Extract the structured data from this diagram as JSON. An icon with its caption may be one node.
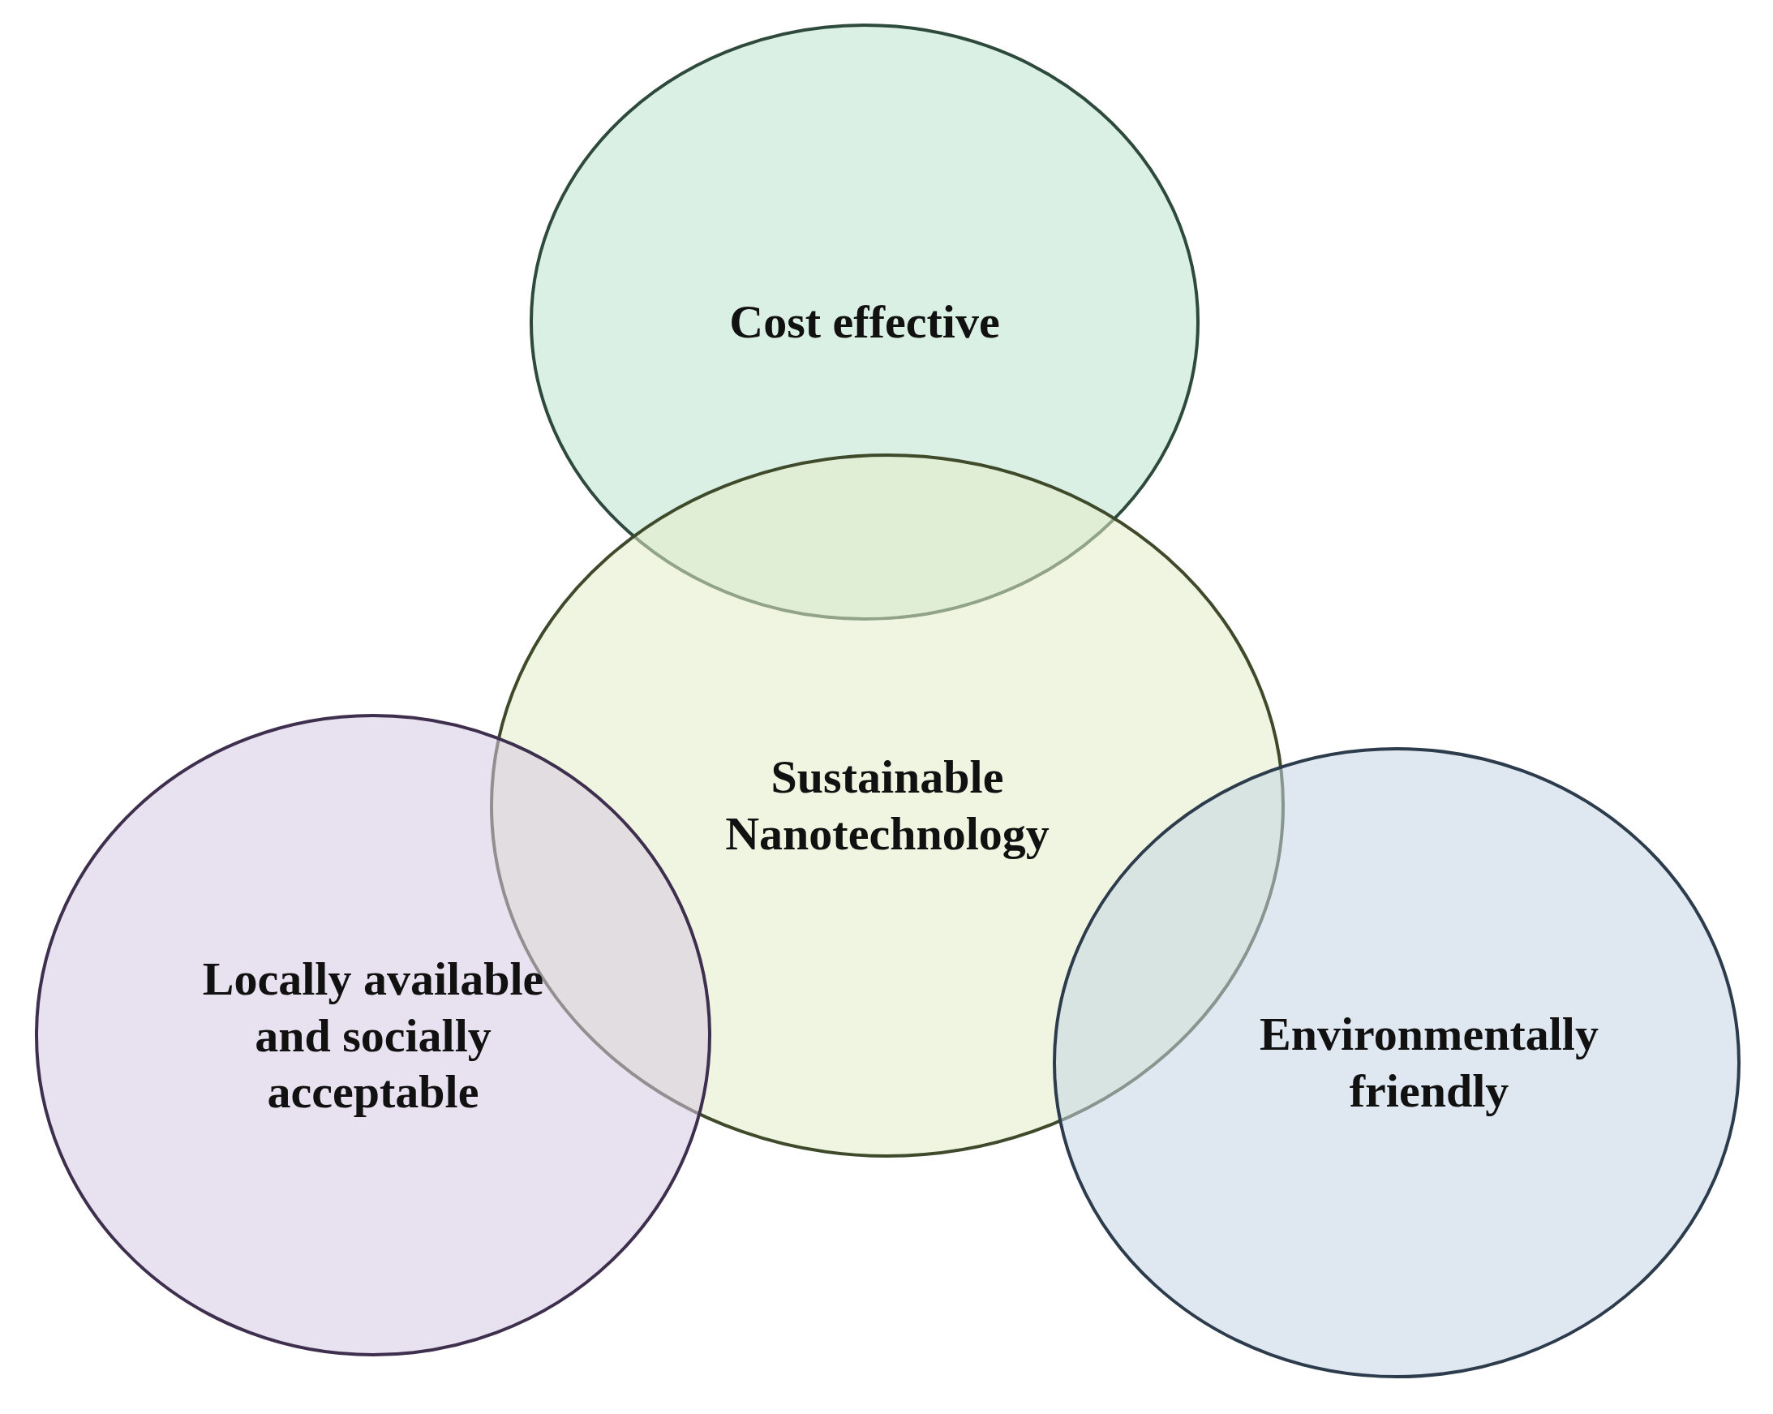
{
  "diagram": {
    "nodes": [
      {
        "text": [
          "Cost effective"
        ]
      },
      {
        "text": [
          "Sustainable Nanotechnology"
        ]
      },
      {
        "text": [
          "Locally available and socially acceptable"
        ]
      },
      {
        "text": [
          "Environmentally friendly"
        ]
      }
    ]
  }
}
